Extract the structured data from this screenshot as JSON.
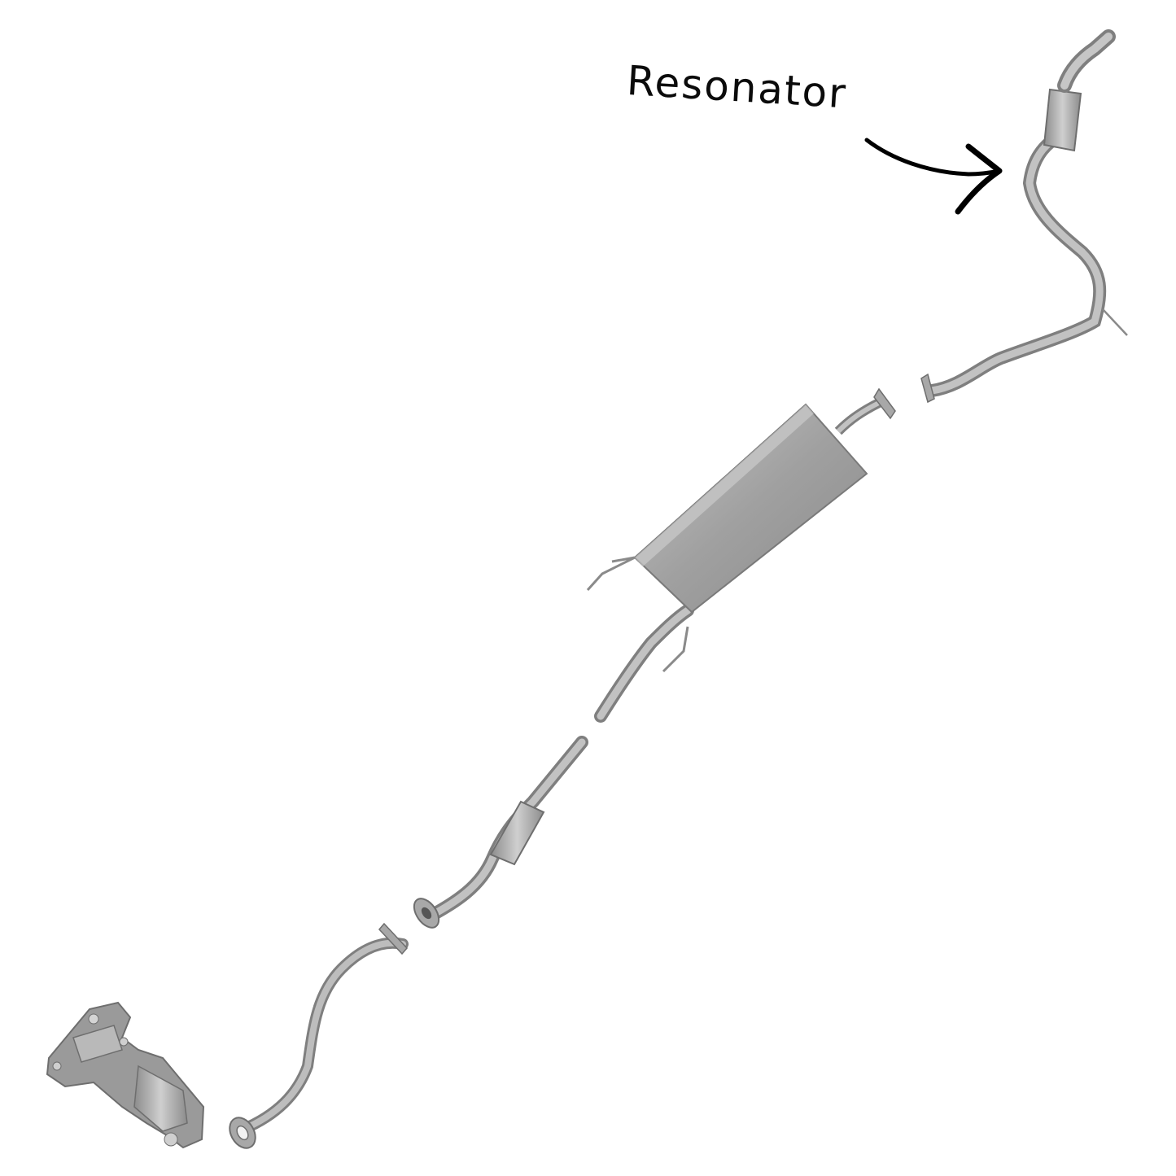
{
  "annotation": {
    "label": "Resonator",
    "text_color": "#0b0b0b",
    "arrow_color": "#000000"
  },
  "parts": [
    {
      "name": "exhaust-manifold-catalytic-converter"
    },
    {
      "name": "front-pipe"
    },
    {
      "name": "catalytic-converter-pipe"
    },
    {
      "name": "intermediate-pipe"
    },
    {
      "name": "muffler"
    },
    {
      "name": "resonator-tail-pipe"
    }
  ],
  "colors": {
    "background": "#ffffff",
    "metal": "#a9a9a9",
    "metal_dark": "#7f7f7f",
    "metal_light": "#d0d0d0"
  }
}
